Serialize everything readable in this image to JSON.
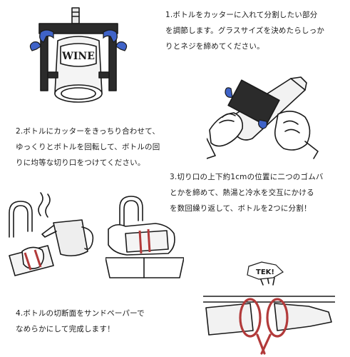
{
  "steps": [
    {
      "lines": [
        "1.ボトルをカッターに入れて分割したい部分",
        "を調節します。グラスサイズを決めたらしっか",
        "りとネジを締めてください。"
      ]
    },
    {
      "lines": [
        "2.ボトルにカッターをきっちり合わせて、",
        "ゆっくりとボトルを回転して、ボトルの回",
        "りに均等な切り口をつけてください。"
      ]
    },
    {
      "lines": [
        "3.切り口の上下約1cmの位置に二つのゴムバ",
        "とかを締めて、熱湯と冷水を交互にかける",
        "を数回繰り返して、ボトルを2つに分割！"
      ]
    },
    {
      "lines": [
        "4.ボトルの切断面をサンドペーパーで",
        "なめらかにして完成します！"
      ]
    }
  ],
  "illustrations": {
    "cutter_label": "WINE",
    "tek_label": "TEK!"
  },
  "colors": {
    "blue_knob": "#3f63c8",
    "red_band": "#b23a3a",
    "ink": "#1a1a1a"
  }
}
